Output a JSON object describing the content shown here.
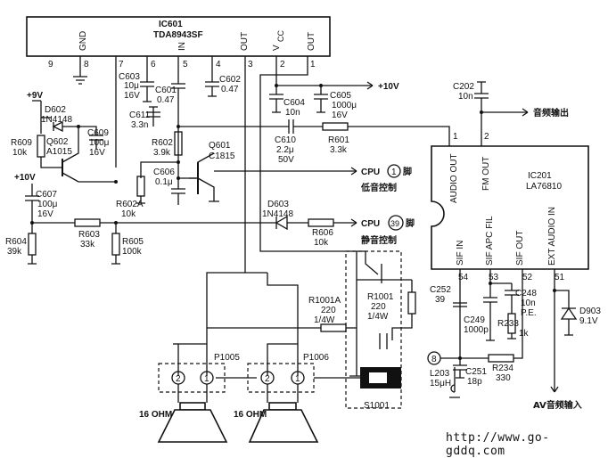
{
  "ic601": {
    "ref": "IC601",
    "part": "TDA8943SF",
    "pins": [
      "9",
      "8",
      "7",
      "6",
      "5",
      "4",
      "3",
      "2",
      "1"
    ],
    "pin_names": {
      "gnd": "GND",
      "in": "IN",
      "out_a": "OUT",
      "vcc": "V",
      "vcc_sub": "CC",
      "out_b": "OUT"
    }
  },
  "ic201": {
    "ref": "IC201",
    "part": "LA76810",
    "pins_top": [
      "1",
      "2"
    ],
    "pins_bottom": [
      "54",
      "53",
      "52",
      "51"
    ],
    "pin_names": {
      "audio_out": "AUDIO OUT",
      "fm_out": "FM OUT",
      "sif_in": "SIF IN",
      "sif_apc": "SIF APC FIL",
      "sif_out": "SIF OUT",
      "ext_audio": "EXT AUDIO IN"
    }
  },
  "supplies": {
    "v9": "+9V",
    "v10a": "+10V",
    "v10b": "+10V"
  },
  "parts": {
    "d602": [
      "D602",
      "1N4148"
    ],
    "q602": [
      "Q602",
      "A1015"
    ],
    "r609": [
      "R609",
      "10k"
    ],
    "c609": [
      "C609",
      "100μ",
      "16V"
    ],
    "c603": [
      "C603",
      "10μ",
      "16V"
    ],
    "c601": [
      "C601",
      "0.47"
    ],
    "c602": [
      "C602",
      "0.47"
    ],
    "c611": [
      "C611",
      "3.3n"
    ],
    "r602": [
      "R602",
      "3.9k"
    ],
    "q601": [
      "Q601",
      "C1815"
    ],
    "c606": [
      "C606",
      "0.1μ"
    ],
    "r602a": [
      "R602A",
      "10k"
    ],
    "c604": [
      "C604",
      "10n"
    ],
    "c605": [
      "C605",
      "1000μ",
      "16V"
    ],
    "c610": [
      "C610",
      "2.2μ",
      "50V"
    ],
    "r601": [
      "R601",
      "3.3k"
    ],
    "c607": [
      "C607",
      "100μ",
      "16V"
    ],
    "r604": [
      "R604",
      "39k"
    ],
    "r603": [
      "R603",
      "33k"
    ],
    "r605": [
      "R605",
      "100k"
    ],
    "d603": [
      "D603",
      "1N4148"
    ],
    "r606": [
      "R606",
      "10k"
    ],
    "c202": [
      "C202",
      "10n"
    ],
    "r1001a": [
      "R1001A",
      "220",
      "1/4W"
    ],
    "r1001": [
      "R1001",
      "220",
      "1/4W"
    ],
    "c252": [
      "C252",
      "39"
    ],
    "c248": [
      "C248",
      "10n",
      "P.E."
    ],
    "c249": [
      "C249",
      "1000p"
    ],
    "r233": [
      "R233",
      "1k"
    ],
    "l203": [
      "L203",
      "15μH"
    ],
    "c251": [
      "C251",
      "18p"
    ],
    "r234": [
      "R234",
      "330"
    ],
    "d903": [
      "D903",
      "9.1V"
    ],
    "p1005": "P1005",
    "p1006": "P1006",
    "s1001": "S1001"
  },
  "speakers": [
    "16 OHM",
    "16 OHM"
  ],
  "connector_pins": [
    "2",
    "1"
  ],
  "labels": {
    "audio_output": "音频输出",
    "cpu": "CPU",
    "pin1": "1",
    "pin39": "39",
    "foot": "脚",
    "bass_ctrl": "低音控制",
    "mute_ctrl": "静音控制",
    "node8": "8",
    "av_input": "AV音频输入"
  },
  "watermark": "http://www.go-gddq.com"
}
